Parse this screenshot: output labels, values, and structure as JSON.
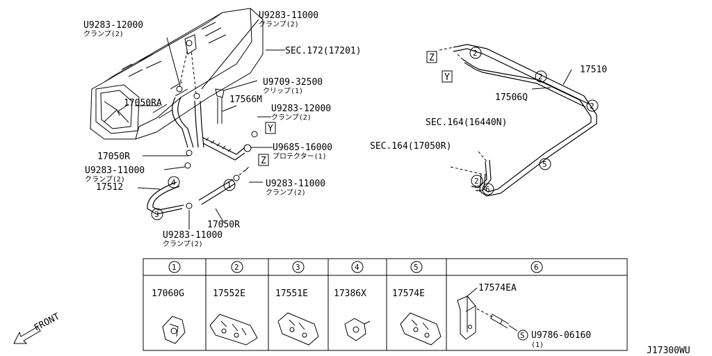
{
  "diagram_id": "J17300WU",
  "front_label": "FRONT",
  "callouts": {
    "c1_part": "U9283-12000",
    "c1_desc": "クランプ(2)",
    "c2_part": "U9283-11000",
    "c2_desc": "クランプ(2)",
    "sec172": "SEC.172(17201)",
    "clip_part": "U9709-32500",
    "clip_desc": "クリップ(1)",
    "p17566m": "17566M",
    "c3_part": "U9283-12000",
    "c3_desc": "クランプ(2)",
    "p17050ra": "17050RA",
    "p17050r_a": "17050R",
    "protector_part": "U9685-16000",
    "protector_desc": "プロテクター(1)",
    "c4_part": "U9283-11000",
    "c4_desc": "クランプ(2)",
    "p17512": "17512",
    "c5_part": "U9283-11000",
    "c5_desc": "クランプ(2)",
    "p17050r_b": "17050R",
    "c6_part": "U9283-11000",
    "c6_desc": "クランプ(2)",
    "p17510": "17510",
    "p17506q": "17506Q",
    "sec164a": "SEC.164(16440N)",
    "sec164b": "SEC.164(17050R)"
  },
  "markers": {
    "z": "Z",
    "y": "Y"
  },
  "circle_nums": [
    "1",
    "2",
    "3",
    "4",
    "5",
    "6"
  ],
  "table": {
    "headers": [
      "1",
      "2",
      "3",
      "4",
      "5",
      "6"
    ],
    "parts": [
      "17060G",
      "17552E",
      "17551E",
      "17386X",
      "17574E",
      "17574EA"
    ],
    "bolt_part": "U9786-06160",
    "bolt_qty": "(1)",
    "bolt_symbol": "S"
  }
}
